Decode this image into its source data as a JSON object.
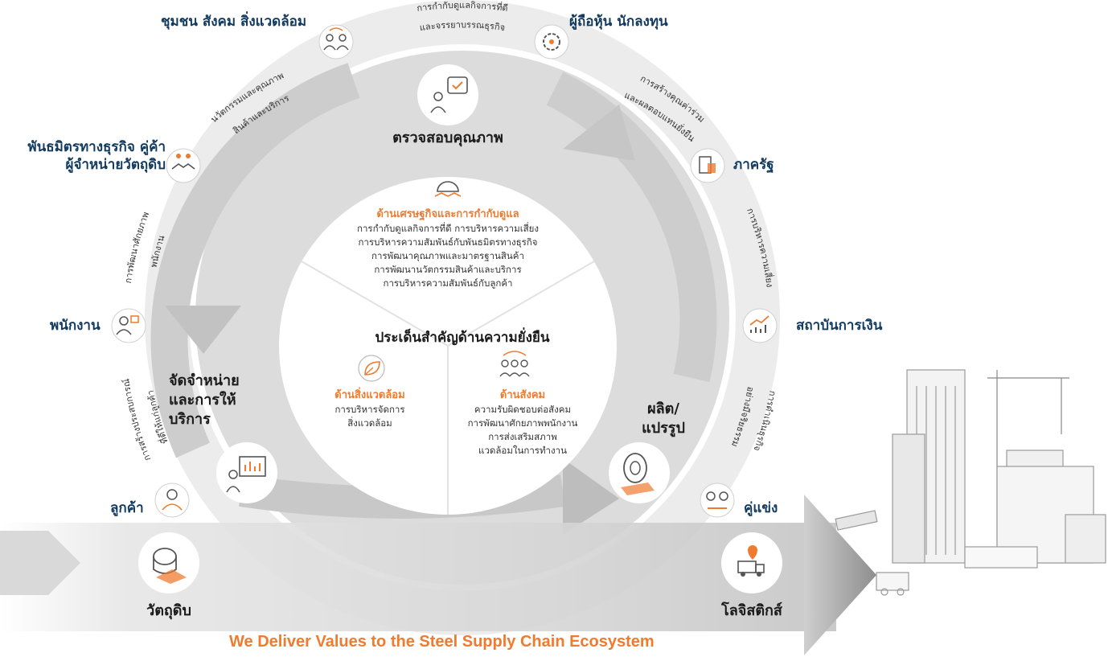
{
  "stakeholders": {
    "community": "ชุมชน สังคม สิ่งแวดล้อม",
    "shareholders": "ผู้ถือหุ้น นักลงทุน",
    "partners_line1": "พันธมิตรทางธุรกิจ คู่ค้า",
    "partners_line2": "ผู้จำหน่ายวัตถุดิบ",
    "government": "ภาครัฐ",
    "employees": "พนักงาน",
    "financial": "สถาบันการเงิน",
    "customers": "ลูกค้า",
    "competitors": "คู่แข่ง"
  },
  "ring_texts": {
    "governance_line1": "การกำกับดูแลกิจการที่ดี",
    "governance_line2": "และจรรยาบรรณธุรกิจ",
    "innovation_line1": "นวัตกรรมและคุณภาพ",
    "innovation_line2": "สินค้าและบริการ",
    "shared_value_line1": "การสร้างคุณค่าร่วม",
    "shared_value_line2": "และผลตอบแทนยั่งยืน",
    "talent_line1": "การพัฒนาศักยภาพ",
    "talent_line2": "พนักงาน",
    "risk": "การบริหารความเสี่ยง",
    "customer_value_line1": "การสร้างประสบการณ์",
    "customer_value_line2": "ที่ดีให้แก่ลูกค้า",
    "continuity_line1": "การดำเนินธุรกิจ",
    "continuity_line2": "อย่างมีจริยธรรม"
  },
  "stages": {
    "quality": "ตรวจสอบคุณภาพ",
    "distribution_line1": "จัดจำหน่าย",
    "distribution_line2": "และการให้",
    "distribution_line3": "บริการ",
    "production_line1": "ผลิต/",
    "production_line2": "แปรรูป",
    "raw_material": "วัตถุดิบ",
    "logistics": "โลจิสติกส์"
  },
  "center": {
    "title": "ประเด็นสำคัญด้านความยั่งยืน",
    "economic": {
      "heading": "ด้านเศรษฐกิจและการกำกับดูแล",
      "items": [
        "การกำกับดูแลกิจการที่ดี การบริหารความเสี่ยง",
        "การบริหารความสัมพันธ์กับพันธมิตรทางธุรกิจ",
        "การพัฒนาคุณภาพและมาตรฐานสินค้า",
        "การพัฒนานวัตกรรมสินค้าและบริการ",
        "การบริหารความสัมพันธ์กับลูกค้า"
      ]
    },
    "environment": {
      "heading": "ด้านสิ่งแวดล้อม",
      "items": [
        "การบริหารจัดการ",
        "สิ่งแวดล้อม"
      ]
    },
    "social": {
      "heading": "ด้านสังคม",
      "items": [
        "ความรับผิดชอบต่อสังคม",
        "การพัฒนาศักยภาพพนักงาน",
        "การส่งเสริมสภาพ",
        "แวดล้อมในการทำงาน"
      ]
    }
  },
  "tagline": "We Deliver Values to the Steel Supply Chain Ecosystem",
  "colors": {
    "accent": "#ef7b2f",
    "label": "#123a5f",
    "ring": "#ececec",
    "disc": "#dcdcdc",
    "arrow": "#b4b4b4"
  },
  "icons": [
    "people-group-icon",
    "gear-people-icon",
    "handshake-icon",
    "building-icon",
    "employee-icon",
    "chart-growth-icon",
    "customer-icon",
    "competitor-icon",
    "clipboard-check-icon",
    "presentation-icon",
    "coil-icon",
    "steel-roll-icon",
    "truck-location-icon",
    "leaf-icon",
    "helmet-handshake-icon",
    "team-icon"
  ]
}
